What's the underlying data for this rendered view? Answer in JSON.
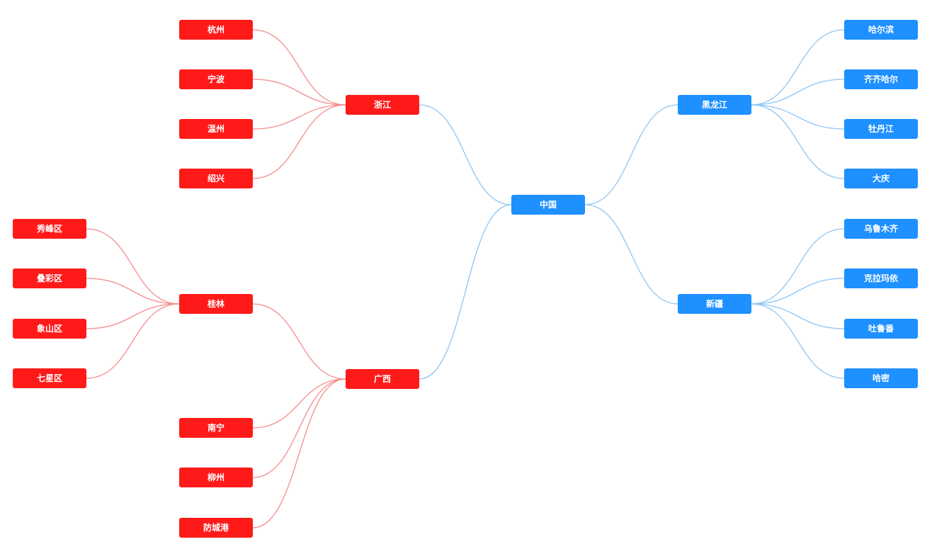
{
  "colors": {
    "blue": "#1e90ff",
    "red": "#ff1a1a",
    "blue_edge": "#8ec5f5",
    "red_edge": "#f48c8c"
  },
  "root": {
    "label": "中国"
  },
  "right_branches": [
    {
      "label": "黑龙江",
      "children": [
        "哈尔滨",
        "齐齐哈尔",
        "牡丹江",
        "大庆"
      ]
    },
    {
      "label": "新疆",
      "children": [
        "乌鲁木齐",
        "克拉玛依",
        "吐鲁番",
        "哈密"
      ]
    }
  ],
  "left_branches": [
    {
      "label": "浙江",
      "children": [
        {
          "label": "杭州"
        },
        {
          "label": "宁波"
        },
        {
          "label": "温州"
        },
        {
          "label": "绍兴"
        }
      ]
    },
    {
      "label": "广西",
      "children": [
        {
          "label": "桂林",
          "children": [
            "秀峰区",
            "叠彩区",
            "象山区",
            "七星区"
          ]
        },
        {
          "label": "南宁"
        },
        {
          "label": "柳州"
        },
        {
          "label": "防城港"
        }
      ]
    }
  ]
}
